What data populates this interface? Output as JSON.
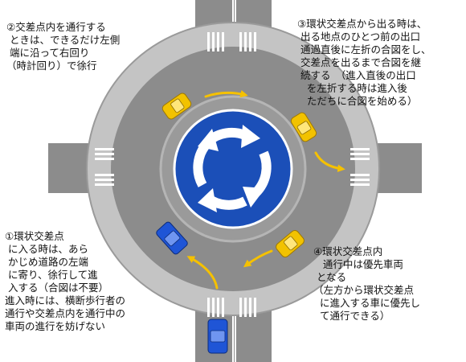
{
  "notes": {
    "step1": "①環状交差点\n に入る時は、あら\n かじめ道路の左端\n に寄り、徐行して進\n 入する（合図は不要）\n進入時には、横断歩行者の\n通行や交差点内を通行中の\n車両の進行を妨げない",
    "step2": "②交差点内を通行する\n ときは、できるだけ左側\n 端に沿って右回り\n（時計回り）で徐行",
    "step3": "③環状交差点から出る時は、\n 出る地点のひとつ前の出口\n 通過直後に左折の合図をし、\n 交差点を出るまで合図を継\n 続する　（進入直後の出口\n   を左折する時は進入後\n   ただちに合図を始める）",
    "step4": "④環状交差点内\n   通行中は優先車両\n となる\n（左方から環状交差点\n  に進入する車に優先し\n  て通行できる）"
  },
  "colors": {
    "road": "#8c8c8c",
    "ring_outer": "#c4c4c4",
    "center_island": "#9a9a9a",
    "sign_blue": "#1b4fb8",
    "arrow_yellow": "#f5c100",
    "car_yellow": "#f2c200",
    "car_blue": "#1f55d6"
  },
  "icons": {
    "sign": "roundabout-sign-icon",
    "yellow_car": "car-icon",
    "blue_car": "car-icon",
    "direction_arrow": "arrow-icon"
  }
}
